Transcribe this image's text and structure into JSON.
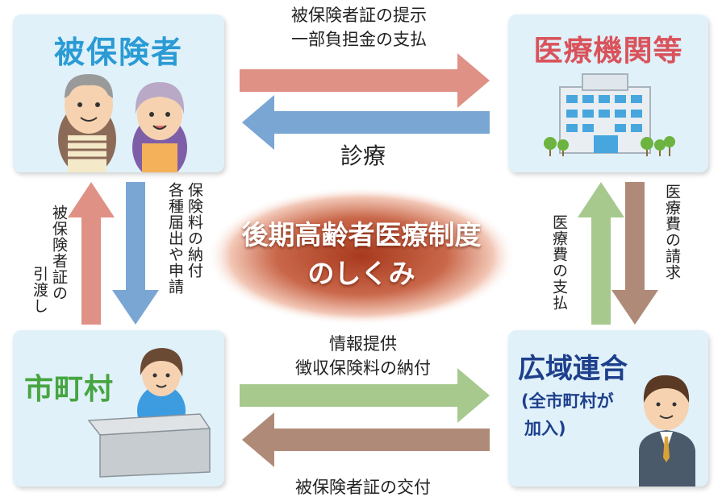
{
  "center": {
    "line1": "後期高齢者医療制度",
    "line2": "のしくみ"
  },
  "boxes": {
    "insured": {
      "title": "被保険者"
    },
    "medical": {
      "title": "医療機関等"
    },
    "municipality": {
      "title": "市町村"
    },
    "union": {
      "title": "広域連合",
      "sub_line1": "(全市町村が",
      "sub_line2": "加入)"
    }
  },
  "flows": {
    "top_right_line1": "被保険者証の提示",
    "top_right_line2": "一部負担金の支払",
    "top_left": "診療",
    "bottom_right_line1": "情報提供",
    "bottom_right_line2": "徴収保険料の納付",
    "bottom_left": "被保険者証の交付",
    "left_up_col1": "被保険者証の",
    "left_up_col2": "引渡し",
    "left_down_col1": "保険料の納付",
    "left_down_col2": "各種届出や申請",
    "right_up": "医療費の支払",
    "right_down": "医療費の請求"
  },
  "colors": {
    "box_bg": "#e0f1fa",
    "title_blue": "#2a9bd4",
    "title_red": "#d9535b",
    "title_green": "#46a540",
    "title_navy": "#1d3f8c",
    "arrow_salmon": "#e09185",
    "arrow_blue": "#7aa6d4",
    "arrow_green": "#a7c98e",
    "arrow_brown": "#b08a78"
  }
}
